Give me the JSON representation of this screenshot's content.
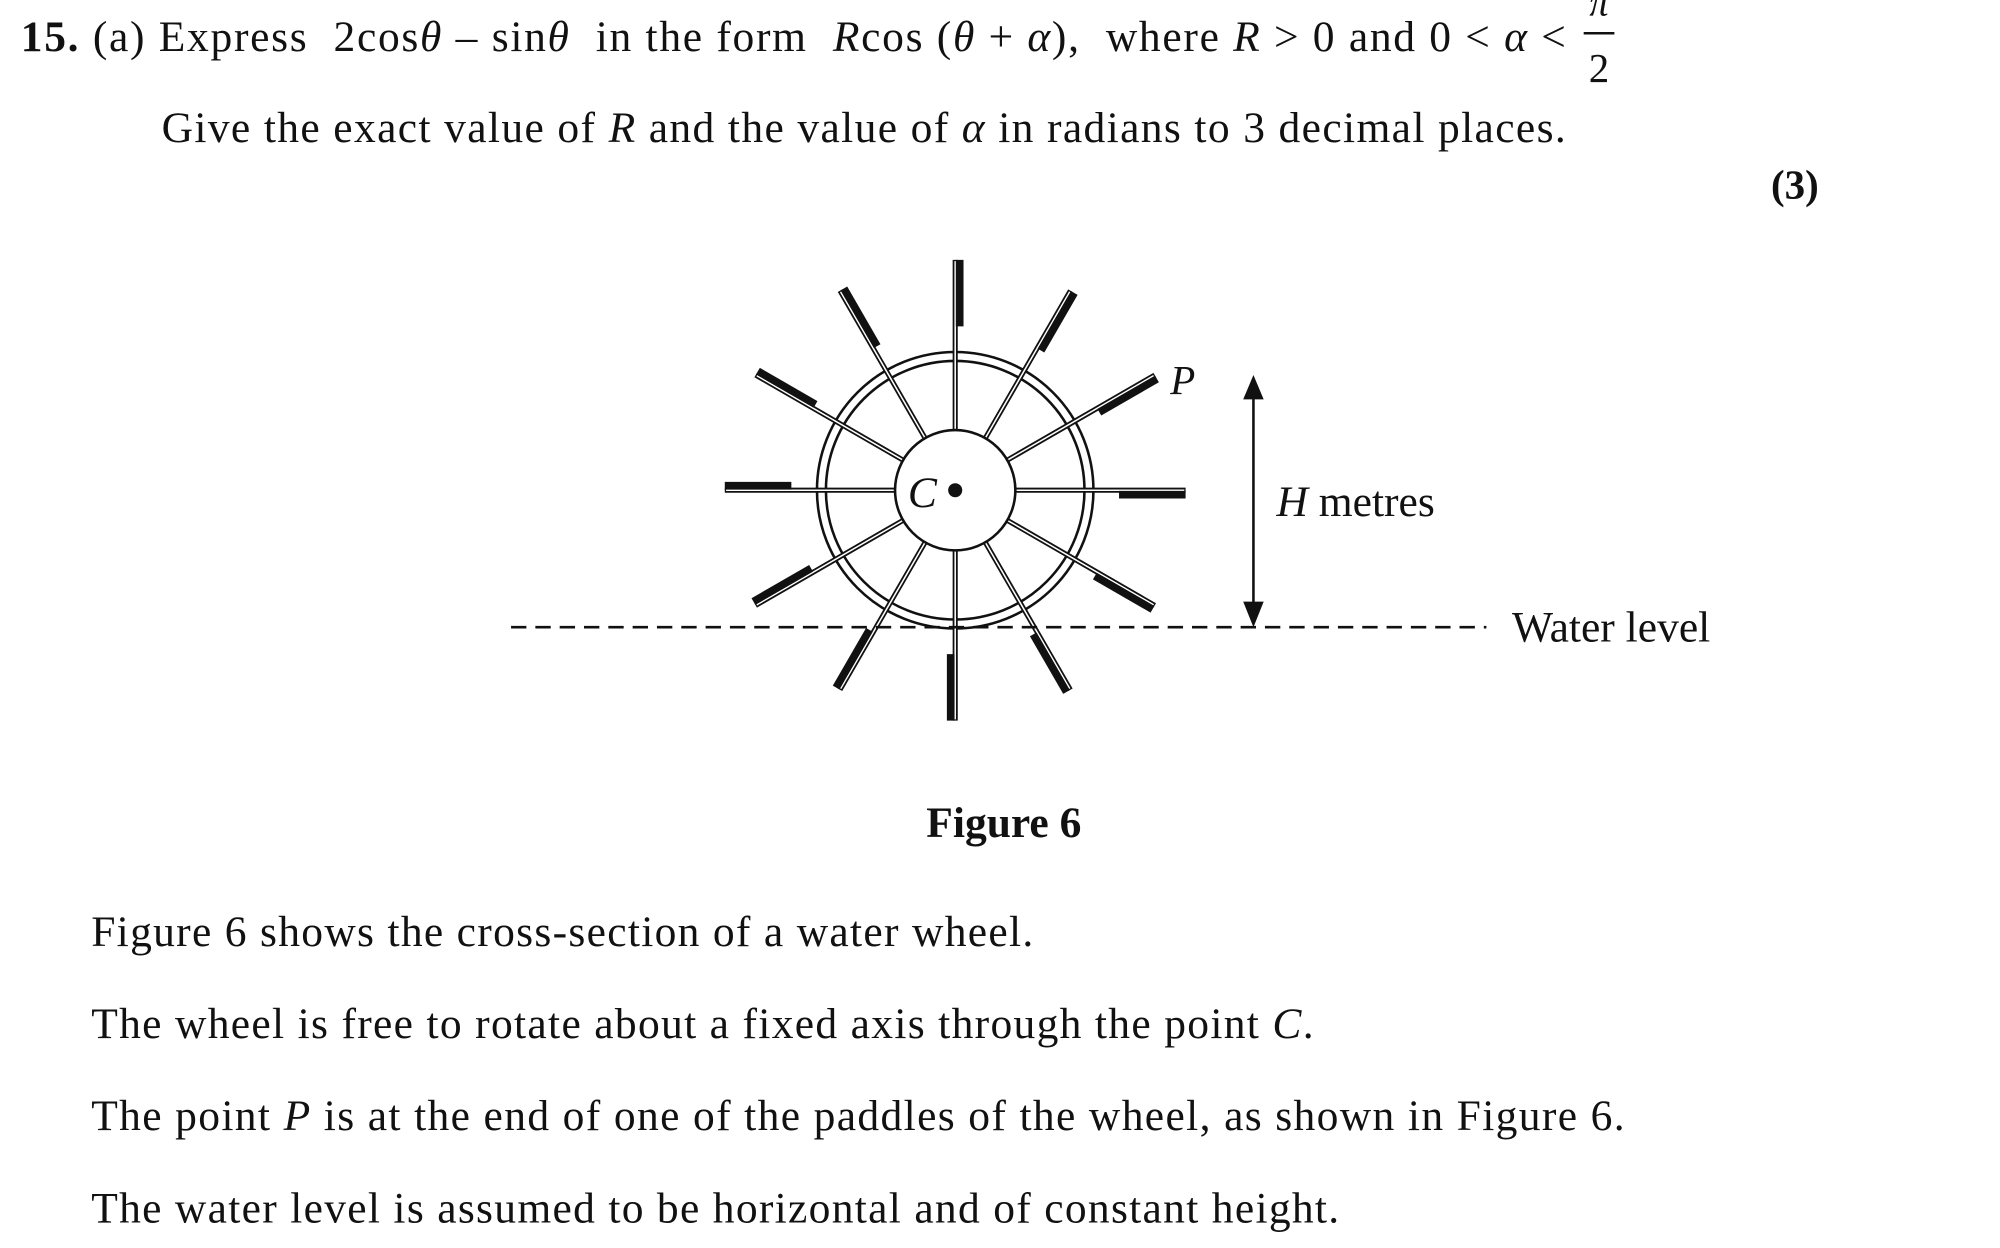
{
  "question": {
    "line1": [
      {
        "t": "15.",
        "s": "b"
      },
      {
        "t": " (a) Express  2cos",
        "s": ""
      },
      {
        "t": "θ",
        "s": "i"
      },
      {
        "t": " – sin",
        "s": ""
      },
      {
        "t": "θ",
        "s": "i"
      },
      {
        "t": "  in the form  ",
        "s": ""
      },
      {
        "t": "R",
        "s": "i"
      },
      {
        "t": "cos (",
        "s": ""
      },
      {
        "t": "θ",
        "s": "i"
      },
      {
        "t": " + ",
        "s": ""
      },
      {
        "t": "α",
        "s": "i"
      },
      {
        "t": "),  where ",
        "s": ""
      },
      {
        "t": "R",
        "s": "i"
      },
      {
        "t": " > 0 and 0 < ",
        "s": ""
      },
      {
        "t": "α",
        "s": "i"
      },
      {
        "t": " <",
        "s": ""
      }
    ],
    "fraction_numerator": "π",
    "fraction_denominator": "2",
    "line2": [
      {
        "t": "Give the exact value of ",
        "s": ""
      },
      {
        "t": "R",
        "s": "i"
      },
      {
        "t": " and the value of ",
        "s": ""
      },
      {
        "t": "α",
        "s": "i"
      },
      {
        "t": " in radians to 3 decimal places.",
        "s": ""
      }
    ],
    "marks": "(3)"
  },
  "figure": {
    "centre_label": "C",
    "point_label": "P",
    "height_label_var": "H",
    "height_label_unit": " metres",
    "water_label": "Water level",
    "caption": "Figure 6",
    "spoke_count": 12
  },
  "paragraphs": [
    [
      {
        "t": "Figure 6 shows the cross-section of a water wheel.",
        "s": ""
      }
    ],
    [
      {
        "t": "The wheel is free to rotate about a fixed axis through the point ",
        "s": ""
      },
      {
        "t": "C",
        "s": "i"
      },
      {
        "t": ".",
        "s": ""
      }
    ],
    [
      {
        "t": "The point ",
        "s": ""
      },
      {
        "t": "P",
        "s": "i"
      },
      {
        "t": " is at the end of one of the paddles of the wheel, as shown in Figure 6.",
        "s": ""
      }
    ],
    [
      {
        "t": "The water level is assumed to be horizontal and of constant height.",
        "s": ""
      }
    ]
  ]
}
